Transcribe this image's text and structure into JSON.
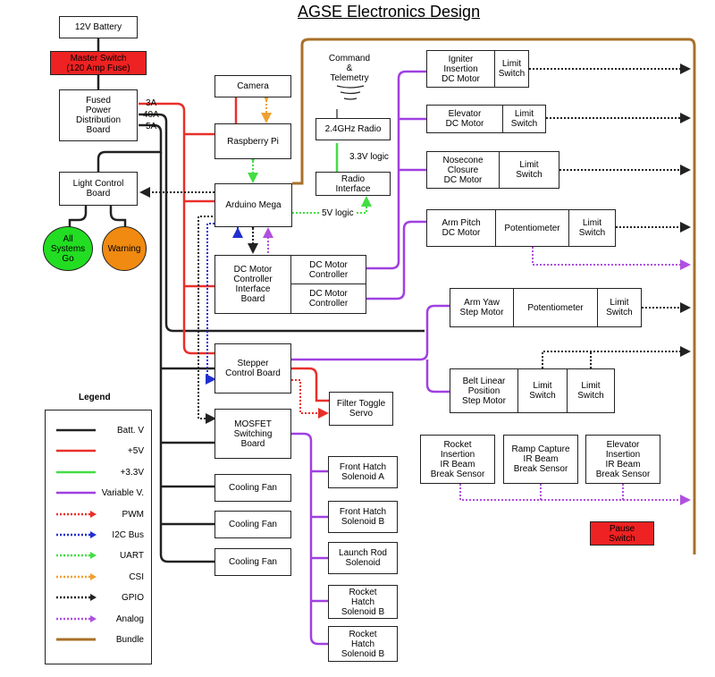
{
  "title": "AGSE Electronics Design",
  "colors": {
    "batt": "#222222",
    "p5v": "#e8302a",
    "p33v": "#44dd44",
    "variable": "#a040e0",
    "pwm": "#e8302a",
    "i2c": "#2030d0",
    "uart": "#44dd44",
    "csi": "#f0a030",
    "gpio": "#222222",
    "analog": "#b050e0",
    "bundle": "#a8702a",
    "box_red": "#ee2222",
    "green_circle": "#22dd22",
    "orange_circle": "#f08a10"
  },
  "nodes": {
    "battery": "12V Battery",
    "master_switch": "Master Switch\n(120 Amp Fuse)",
    "fused_board": "Fused\nPower\nDistribution\nBoard",
    "light_control": "Light Control\nBoard",
    "all_systems_go": "All\nSystems\nGo",
    "warning": "Warning",
    "camera": "Camera",
    "raspberry_pi": "Raspberry Pi",
    "arduino_mega": "Arduino Mega",
    "dc_interface": "DC Motor\nController\nInterface\nBoard",
    "dc_controller_1": "DC Motor\nController",
    "dc_controller_2": "DC Motor\nController",
    "stepper_board": "Stepper\nControl Board",
    "mosfet_board": "MOSFET\nSwitching\nBoard",
    "cooling_fan_1": "Cooling Fan",
    "cooling_fan_2": "Cooling Fan",
    "cooling_fan_3": "Cooling Fan",
    "filter_servo": "Filter Toggle\nServo",
    "front_hatch_a": "Front Hatch\nSolenoid A",
    "front_hatch_b": "Front Hatch\nSolenoid B",
    "launch_rod": "Launch Rod\nSolenoid",
    "rocket_hatch_b1": "Rocket\nHatch\nSolenoid B",
    "rocket_hatch_b2": "Rocket\nHatch\nSolenoid B",
    "command_telemetry": "Command\n&\nTelemetry",
    "radio": "2.4GHz Radio",
    "radio_interface": "Radio\nInterface",
    "igniter_motor": "Igniter\nInsertion\nDC Motor",
    "igniter_limit": "Limit\nSwitch",
    "elevator_motor": "Elevator\nDC Motor",
    "elevator_limit": "Limit\nSwitch",
    "nosecone_motor": "Nosecone\nClosure\nDC Motor",
    "nosecone_limit": "Limit\nSwitch",
    "armpitch_motor": "Arm Pitch\nDC Motor",
    "armpitch_pot": "Potentiometer",
    "armpitch_limit": "Limit\nSwitch",
    "armyaw_motor": "Arm Yaw\nStep Motor",
    "armyaw_pot": "Potentiometer",
    "armyaw_limit": "Limit\nSwitch",
    "belt_motor": "Belt Linear\nPosition\nStep Motor",
    "belt_limit_1": "Limit\nSwitch",
    "belt_limit_2": "Limit\nSwitch",
    "rocket_ir": "Rocket\nInsertion\nIR Beam\nBreak Sensor",
    "ramp_ir": "Ramp Capture\nIR Beam\nBreak Sensor",
    "elevator_ir": "Elevator\nInsertion\nIR Beam\nBreak Sensor",
    "pause_switch": "Pause\nSwitch"
  },
  "labels": {
    "a3": "3A",
    "a40": "40A",
    "a5": "5A",
    "logic33": "3.3V logic",
    "logic5": "5V logic"
  },
  "legend": {
    "title": "Legend",
    "items": [
      {
        "label": "Batt. V",
        "style": "solid",
        "color": "#222222"
      },
      {
        "label": "+5V",
        "style": "solid",
        "color": "#e8302a"
      },
      {
        "label": "+3.3V",
        "style": "solid",
        "color": "#44dd44"
      },
      {
        "label": "Variable V.",
        "style": "solid",
        "color": "#a040e0"
      },
      {
        "label": "PWM",
        "style": "dotted",
        "color": "#e8302a"
      },
      {
        "label": "I2C Bus",
        "style": "dotted",
        "color": "#2030d0"
      },
      {
        "label": "UART",
        "style": "dotted",
        "color": "#44dd44"
      },
      {
        "label": "CSI",
        "style": "dotted",
        "color": "#f0a030"
      },
      {
        "label": "GPIO",
        "style": "dotted",
        "color": "#222222"
      },
      {
        "label": "Analog",
        "style": "dotted",
        "color": "#b050e0"
      },
      {
        "label": "Bundle",
        "style": "solid",
        "color": "#a8702a"
      }
    ]
  }
}
